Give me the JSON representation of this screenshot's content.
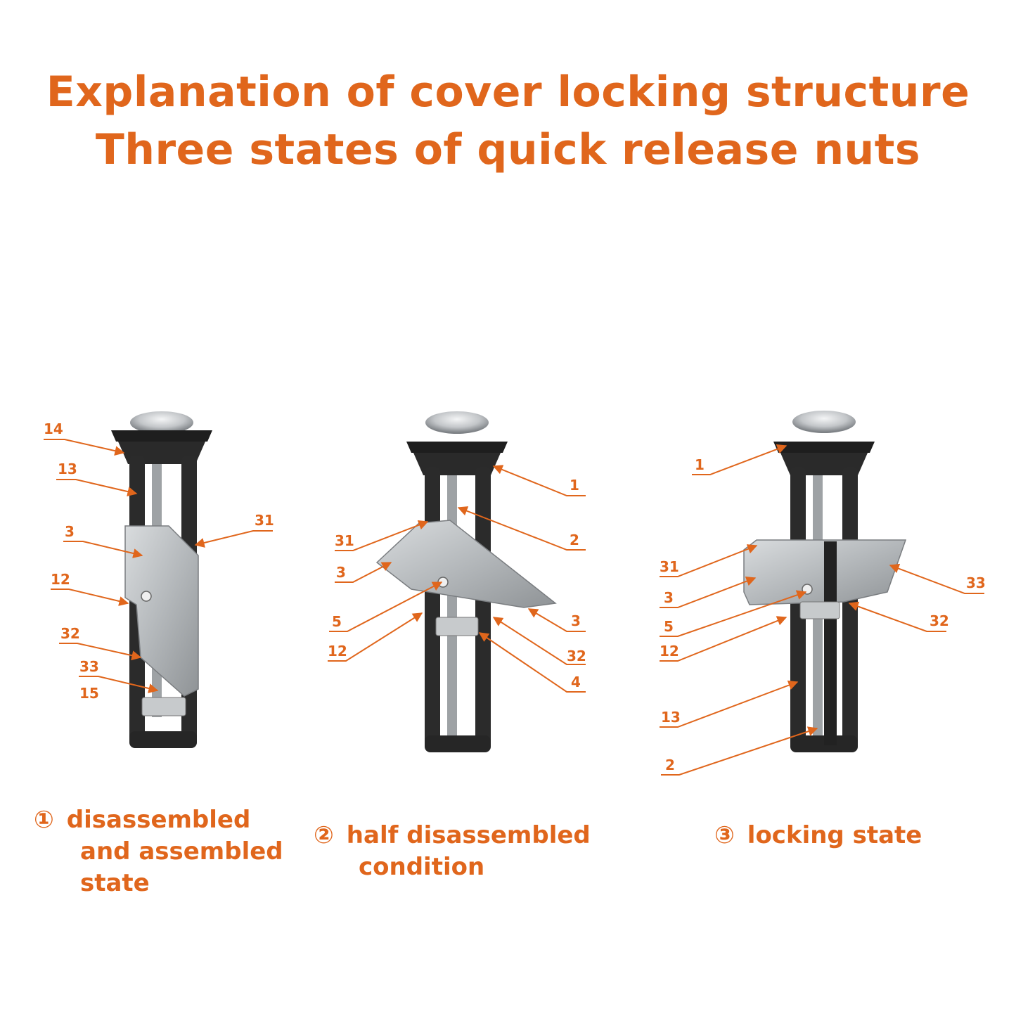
{
  "title": {
    "line1": "Explanation of cover locking structure",
    "line2": "Three states of quick release nuts"
  },
  "colors": {
    "accent": "#e0661c",
    "plastic": "#2a2a2a",
    "metal": "#b9bcbf"
  },
  "states": [
    {
      "marker": "①",
      "caption_line1": "disassembled",
      "caption_rest": "and assembled",
      "caption_line3": "state",
      "labels": [
        "14",
        "13",
        "3",
        "31",
        "12",
        "32",
        "33",
        "15"
      ]
    },
    {
      "marker": "②",
      "caption_line1": "half disassembled",
      "caption_rest": "condition",
      "labels": [
        "1",
        "2",
        "31",
        "3",
        "5",
        "12",
        "3",
        "32",
        "4"
      ]
    },
    {
      "marker": "③",
      "caption_line1": "locking state",
      "labels": [
        "1",
        "31",
        "3",
        "5",
        "12",
        "13",
        "2",
        "33",
        "32"
      ]
    }
  ]
}
